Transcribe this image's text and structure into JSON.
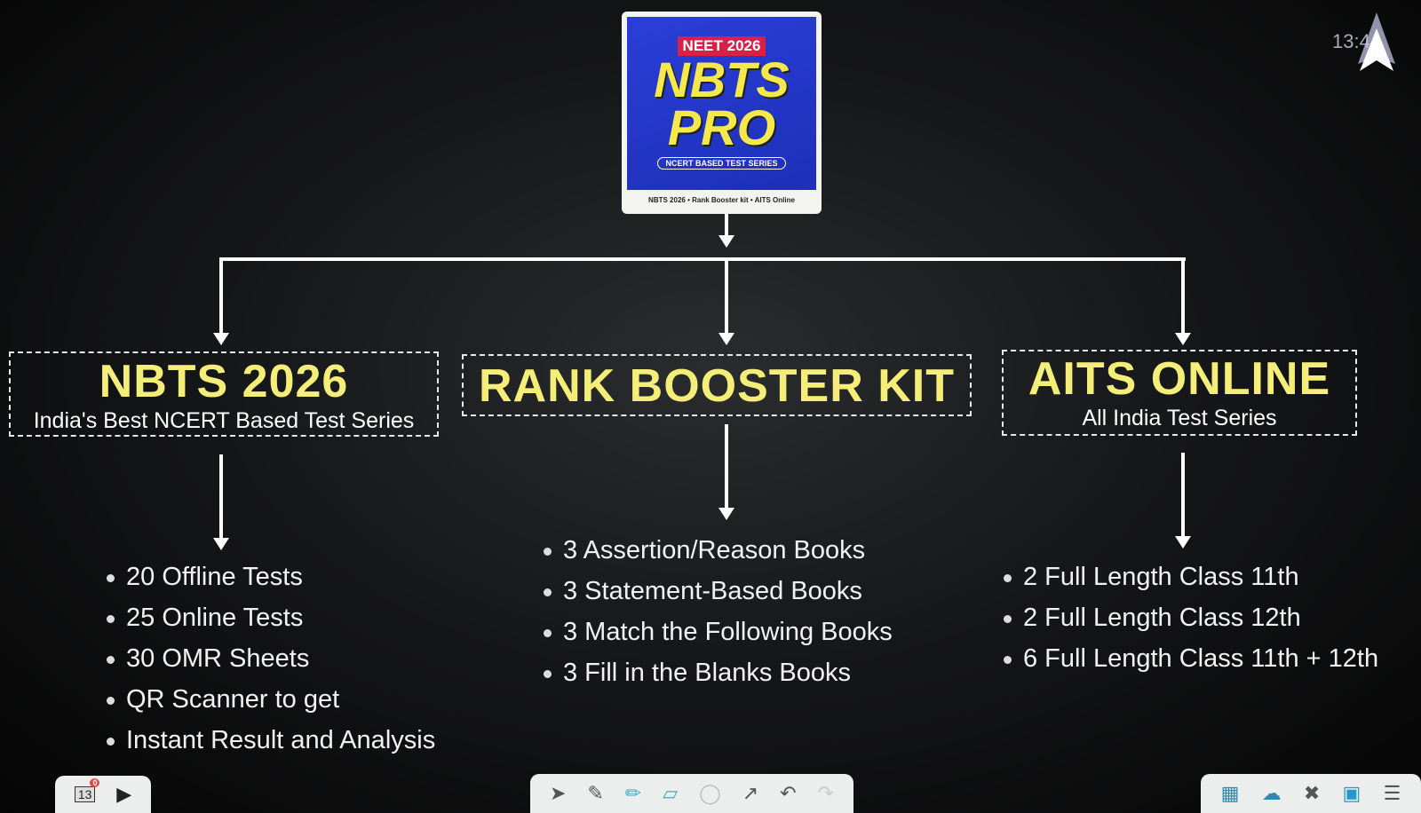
{
  "clock": "13:4",
  "book": {
    "badge": "NEET 2026",
    "title_line1": "NBTS",
    "title_line2": "PRO",
    "tagline": "NCERT BASED TEST SERIES",
    "footer": "NBTS 2026 • Rank Booster kit • AITS Online"
  },
  "branches": [
    {
      "title": "NBTS 2026",
      "subtitle": "India's Best NCERT Based Test Series",
      "items": [
        "20 Offline Tests",
        "25 Online Tests",
        "30 OMR Sheets",
        "QR Scanner to get",
        "Instant Result and Analysis"
      ]
    },
    {
      "title": "RANK BOOSTER KIT",
      "items": [
        "3 Assertion/Reason Books",
        "3 Statement-Based Books",
        "3 Match the Following Books",
        "3 Fill in the Blanks Books"
      ]
    },
    {
      "title": "AITS ONLINE",
      "subtitle": "All India Test Series",
      "items": [
        "2 Full Length Class 11th",
        "2 Full Length Class 12th",
        "6 Full Length Class 11th + 12th"
      ]
    }
  ],
  "page_nav": {
    "page": "13",
    "badge": "0"
  },
  "accent": "#f4ee78"
}
